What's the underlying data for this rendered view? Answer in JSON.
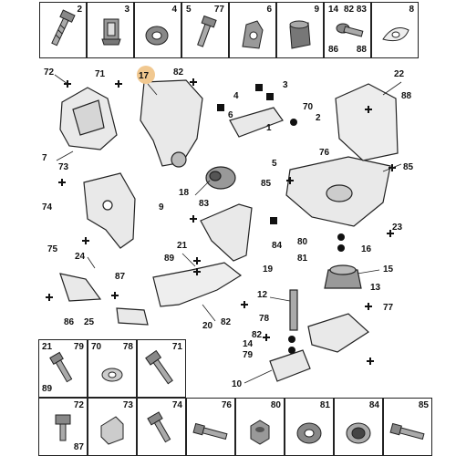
{
  "top_row": [
    {
      "label": "2",
      "icon": "bolt-icon"
    },
    {
      "label": "3",
      "icon": "stud-nut-icon"
    },
    {
      "label": "4",
      "icon": "washer-icon"
    },
    {
      "label": "5",
      "icon": "bolt-icon"
    },
    {
      "label": "77",
      "icon": ""
    },
    {
      "label": "6",
      "icon": "bracket-clip-icon"
    },
    {
      "label": "9",
      "icon": "bushing-icon"
    },
    {
      "label": "14",
      "icon": "bolt-washer-icon"
    },
    {
      "label": "82",
      "icon": ""
    },
    {
      "label": "83",
      "icon": ""
    },
    {
      "label": "86",
      "icon": ""
    },
    {
      "label": "88",
      "icon": ""
    },
    {
      "label": "8",
      "icon": "flat-washer-icon"
    }
  ],
  "diagram_callouts": [
    "72",
    "71",
    "17",
    "82",
    "4",
    "3",
    "70",
    "2",
    "22",
    "88",
    "7",
    "73",
    "1",
    "6",
    "5",
    "76",
    "85",
    "18",
    "83",
    "74",
    "84",
    "85",
    "23",
    "9",
    "80",
    "16",
    "21",
    "24",
    "75",
    "89",
    "81",
    "15",
    "87",
    "19",
    "13",
    "77",
    "86",
    "25",
    "20",
    "82",
    "12",
    "78",
    "82",
    "14",
    "79",
    "10"
  ],
  "bottom_rows": [
    {
      "labels": [
        "21",
        "79",
        "89"
      ],
      "icon": "bolt-icon"
    },
    {
      "labels": [
        "70",
        "78"
      ],
      "icon": "washer-icon"
    },
    {
      "labels": [
        "71"
      ],
      "icon": "bolt-icon"
    },
    {
      "labels": [
        "72",
        "87"
      ],
      "icon": "bolt-icon"
    },
    {
      "labels": [
        "73"
      ],
      "icon": "clip-icon"
    },
    {
      "labels": [
        "74"
      ],
      "icon": "bolt-icon"
    },
    {
      "labels": [
        "76"
      ],
      "icon": "bolt-icon"
    },
    {
      "labels": [
        "80"
      ],
      "icon": "nut-icon"
    },
    {
      "labels": [
        "81"
      ],
      "icon": "washer-icon"
    },
    {
      "labels": [
        "84"
      ],
      "icon": "nut-icon"
    },
    {
      "labels": [
        "85"
      ],
      "icon": "bolt-icon"
    }
  ],
  "highlight_color": "#f1c890"
}
